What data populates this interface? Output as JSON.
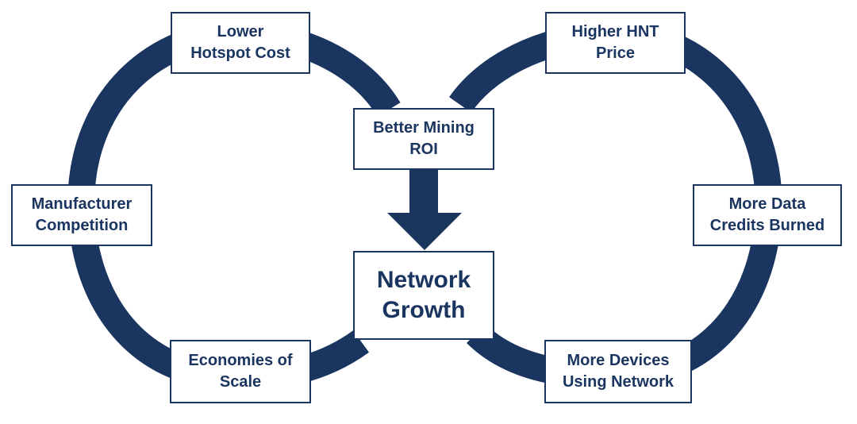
{
  "colors": {
    "loop": "#1b3561",
    "box_border": "#1b3561",
    "text": "#1b3561",
    "background": "#ffffff"
  },
  "nodes": {
    "lower_hotspot_cost": [
      "Lower",
      "Hotspot Cost"
    ],
    "manufacturer_competition": [
      "Manufacturer",
      "Competition"
    ],
    "economies_of_scale": [
      "Economies of",
      "Scale"
    ],
    "better_mining_roi": [
      "Better Mining",
      "ROI"
    ],
    "network_growth": [
      "Network",
      "Growth"
    ],
    "higher_hnt_price": [
      "Higher HNT",
      "Price"
    ],
    "more_data_credits_burned": [
      "More Data",
      "Credits Burned"
    ],
    "more_devices_using_network": [
      "More Devices",
      "Using Network"
    ]
  }
}
